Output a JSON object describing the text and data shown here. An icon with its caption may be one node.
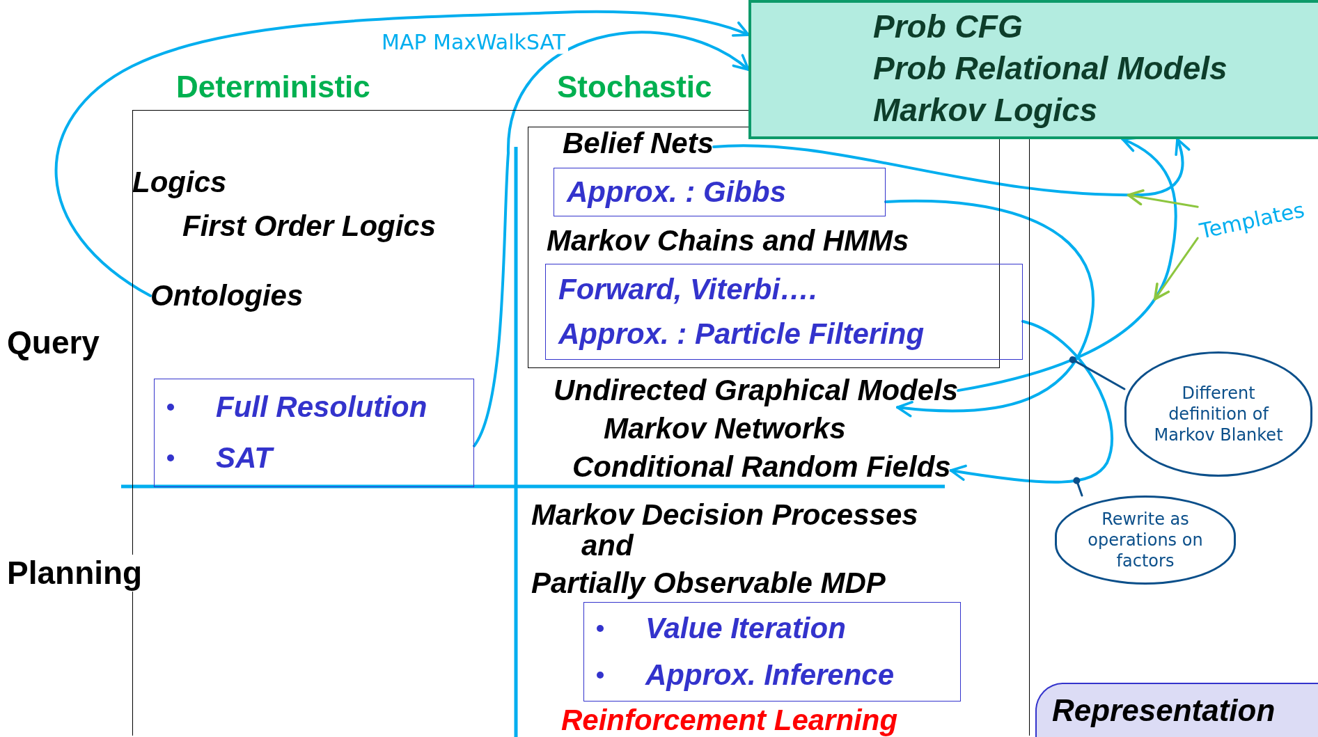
{
  "diagram": {
    "nodes": [
      {
        "text": [
          "Prob CFG",
          "Prob Relational Models",
          "Markov Logics"
        ]
      },
      {
        "text": [],
        "shape": "box"
      },
      {
        "text": [
          "Ontologies"
        ],
        "in": 1
      },
      {
        "text": [
          "Full Resolution",
          "SAT"
        ],
        "in": 1
      },
      {
        "text": [],
        "shape": "box",
        "in": 1
      },
      {
        "text": [
          "Belief Nets"
        ],
        "in": 4
      },
      {
        "text": [
          "Approx. : Gibbs"
        ],
        "in": 4
      },
      {
        "text": [
          "Forward, Viterbi….",
          "Approx. : Particle Filtering"
        ],
        "in": 4
      },
      {
        "text": [
          "Undirected Graphical Models"
        ],
        "in": 1
      },
      {
        "text": [
          "Conditional Random Fields"
        ],
        "in": 1
      },
      {
        "text": [
          "Value Iteration",
          "Approx. Inference"
        ],
        "in": 1
      },
      {
        "text": [
          "Representation"
        ]
      },
      {
        "text": [
          "Templates"
        ]
      },
      {
        "text": [
          "Different definition of Markov Blanket"
        ]
      },
      {
        "text": [
          "Rewrite as operations on factors"
        ]
      }
    ],
    "edges": [
      {
        "from": 2,
        "to": 0,
        "arrow": "to"
      },
      {
        "from": 3,
        "to": 0,
        "arrow": "to",
        "label": "MAP MaxWalkSAT"
      },
      {
        "from": 5,
        "to": 0,
        "arrow": "to"
      },
      {
        "from": 6,
        "to": 8,
        "arrow": "to"
      },
      {
        "from": 8,
        "to": 0,
        "arrow": "to"
      },
      {
        "from": 7,
        "to": 9,
        "arrow": "to"
      },
      {
        "from": 12,
        "to": null,
        "arrow": "to",
        "color": "#8dc63f"
      },
      {
        "from": 12,
        "to": null,
        "arrow": "to",
        "color": "#8dc63f"
      },
      {
        "from": 13,
        "to": null,
        "arrow": "other",
        "color": "#0b4f8a"
      },
      {
        "from": 14,
        "to": null,
        "arrow": "other",
        "color": "#0b4f8a"
      }
    ],
    "labels": [
      "Deterministic",
      "Stochastic",
      "Logics",
      "First Order Logics",
      "Markov Chains and HMMs",
      "Query",
      "Markov Networks",
      "Markov Decision Processes",
      "and",
      "Planning",
      "Partially Observable MDP",
      "Reinforcement Learning"
    ]
  }
}
